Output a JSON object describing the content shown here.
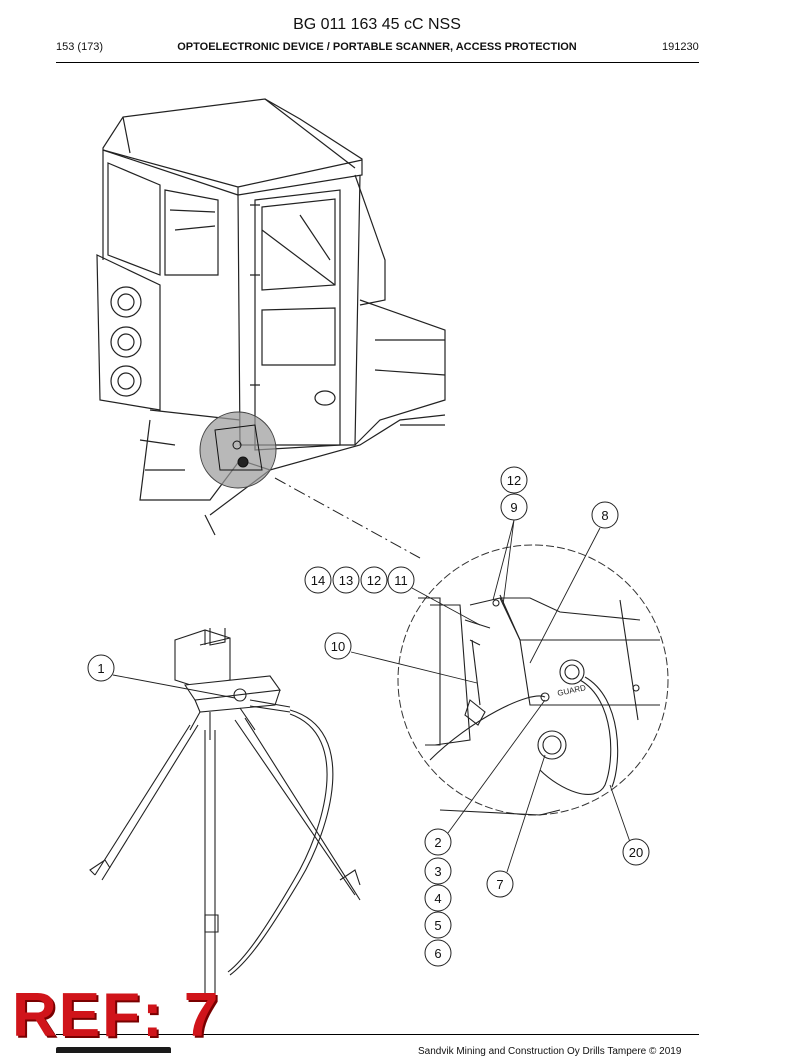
{
  "header": {
    "doc_title": "BG 011 163 45 cC NSS",
    "page": "153 (173)",
    "section": "OPTOELECTRONIC DEVICE / PORTABLE SCANNER, ACCESS PROTECTION",
    "date_code": "191230"
  },
  "callouts": {
    "c1": "1",
    "c2": "2",
    "c3": "3",
    "c4": "4",
    "c5": "5",
    "c6": "6",
    "c7": "7",
    "c8": "8",
    "c9": "9",
    "c10": "10",
    "c11": "11",
    "c12a": "12",
    "c12b": "12",
    "c13": "13",
    "c14": "14",
    "c20": "20"
  },
  "detail_label": "GUARD",
  "ref_stamp": "REF: 7",
  "footer": "Sandvik Mining and Construction Oy Drills Tampere © 2019"
}
